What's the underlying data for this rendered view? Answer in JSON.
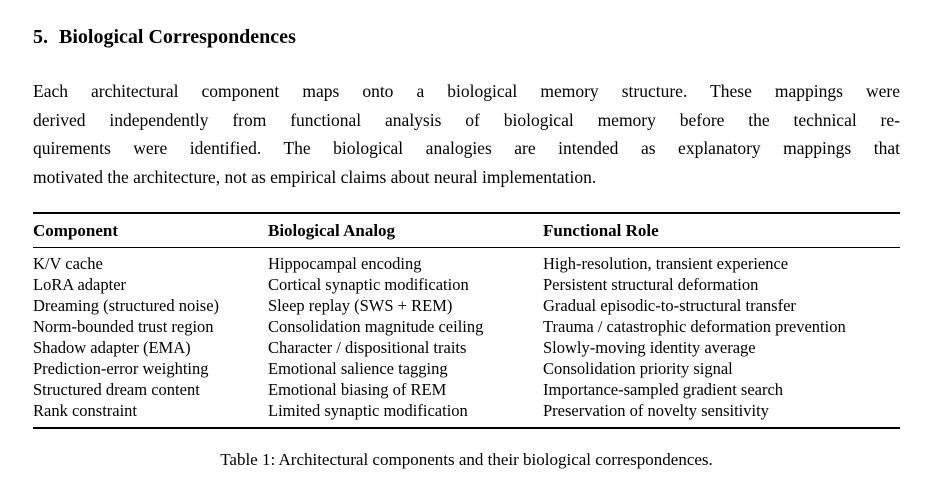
{
  "section": {
    "number": "5.",
    "title": "Biological Correspondences"
  },
  "paragraph": {
    "lines": [
      "Each architectural component maps onto a biological memory structure. These mappings were",
      "derived independently from functional analysis of biological memory before the technical re-",
      "quirements were identified. The biological analogies are intended as explanatory mappings that",
      "motivated the architecture, not as empirical claims about neural implementation."
    ]
  },
  "table": {
    "headers": [
      "Component",
      "Biological Analog",
      "Functional Role"
    ],
    "rows": [
      [
        "K/V cache",
        "Hippocampal encoding",
        "High-resolution, transient experience"
      ],
      [
        "LoRA adapter",
        "Cortical synaptic modification",
        "Persistent structural deformation"
      ],
      [
        "Dreaming (structured noise)",
        "Sleep replay (SWS + REM)",
        "Gradual episodic-to-structural transfer"
      ],
      [
        "Norm-bounded trust region",
        "Consolidation magnitude ceiling",
        "Trauma / catastrophic deformation prevention"
      ],
      [
        "Shadow adapter (EMA)",
        "Character / dispositional traits",
        "Slowly-moving identity average"
      ],
      [
        "Prediction-error weighting",
        "Emotional salience tagging",
        "Consolidation priority signal"
      ],
      [
        "Structured dream content",
        "Emotional biasing of REM",
        "Importance-sampled gradient search"
      ],
      [
        "Rank constraint",
        "Limited synaptic modification",
        "Preservation of novelty sensitivity"
      ]
    ],
    "caption": "Table 1: Architectural components and their biological correspondences."
  },
  "colors": {
    "text": "#000000",
    "background": "#ffffff",
    "rule": "#000000"
  }
}
